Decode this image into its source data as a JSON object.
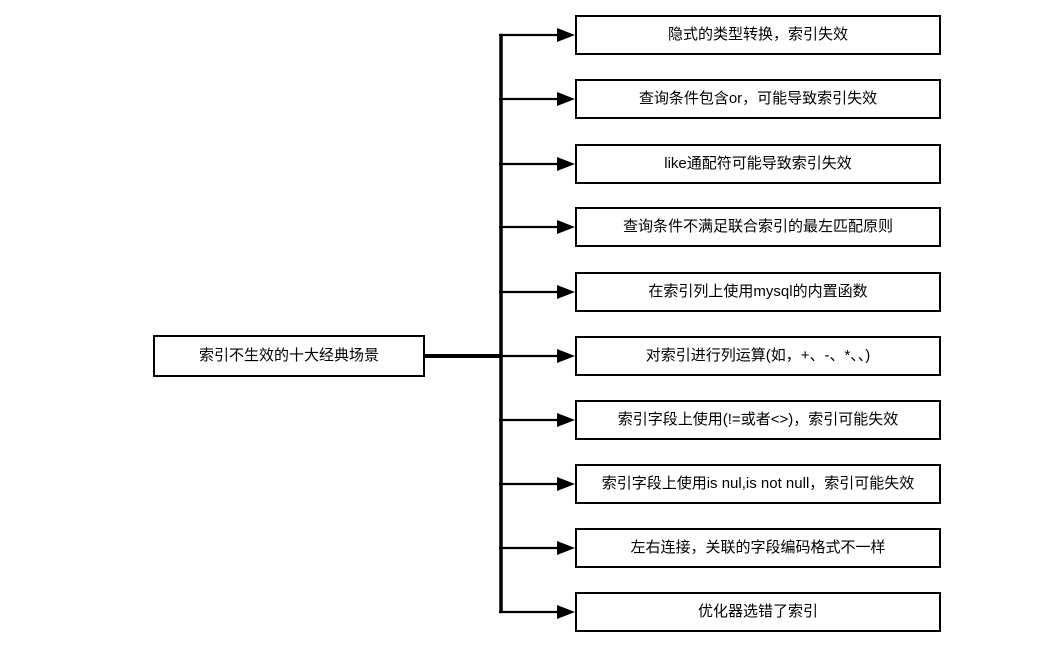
{
  "diagram": {
    "title": "索引不生效的十大经典场景",
    "root": {
      "label": "索引不生效的十大经典场景"
    },
    "branches": [
      {
        "label": "隐式的类型转换，索引失效"
      },
      {
        "label": "查询条件包含or，可能导致索引失效"
      },
      {
        "label": "like通配符可能导致索引失效"
      },
      {
        "label": "查询条件不满足联合索引的最左匹配原则"
      },
      {
        "label": "在索引列上使用mysql的内置函数"
      },
      {
        "label": "对索引进行列运算(如，+、-、*、、)"
      },
      {
        "label": "索引字段上使用(!=或者<>)，索引可能失效"
      },
      {
        "label": "索引字段上使用is nul,is not null，索引可能失效"
      },
      {
        "label": "左右连接，关联的字段编码格式不一样"
      },
      {
        "label": "优化器选错了索引"
      }
    ],
    "colors": {
      "background": "#ffffff",
      "line": "#000000",
      "box_border": "#000000",
      "box_fill": "#ffffff",
      "text": "#000000"
    }
  }
}
